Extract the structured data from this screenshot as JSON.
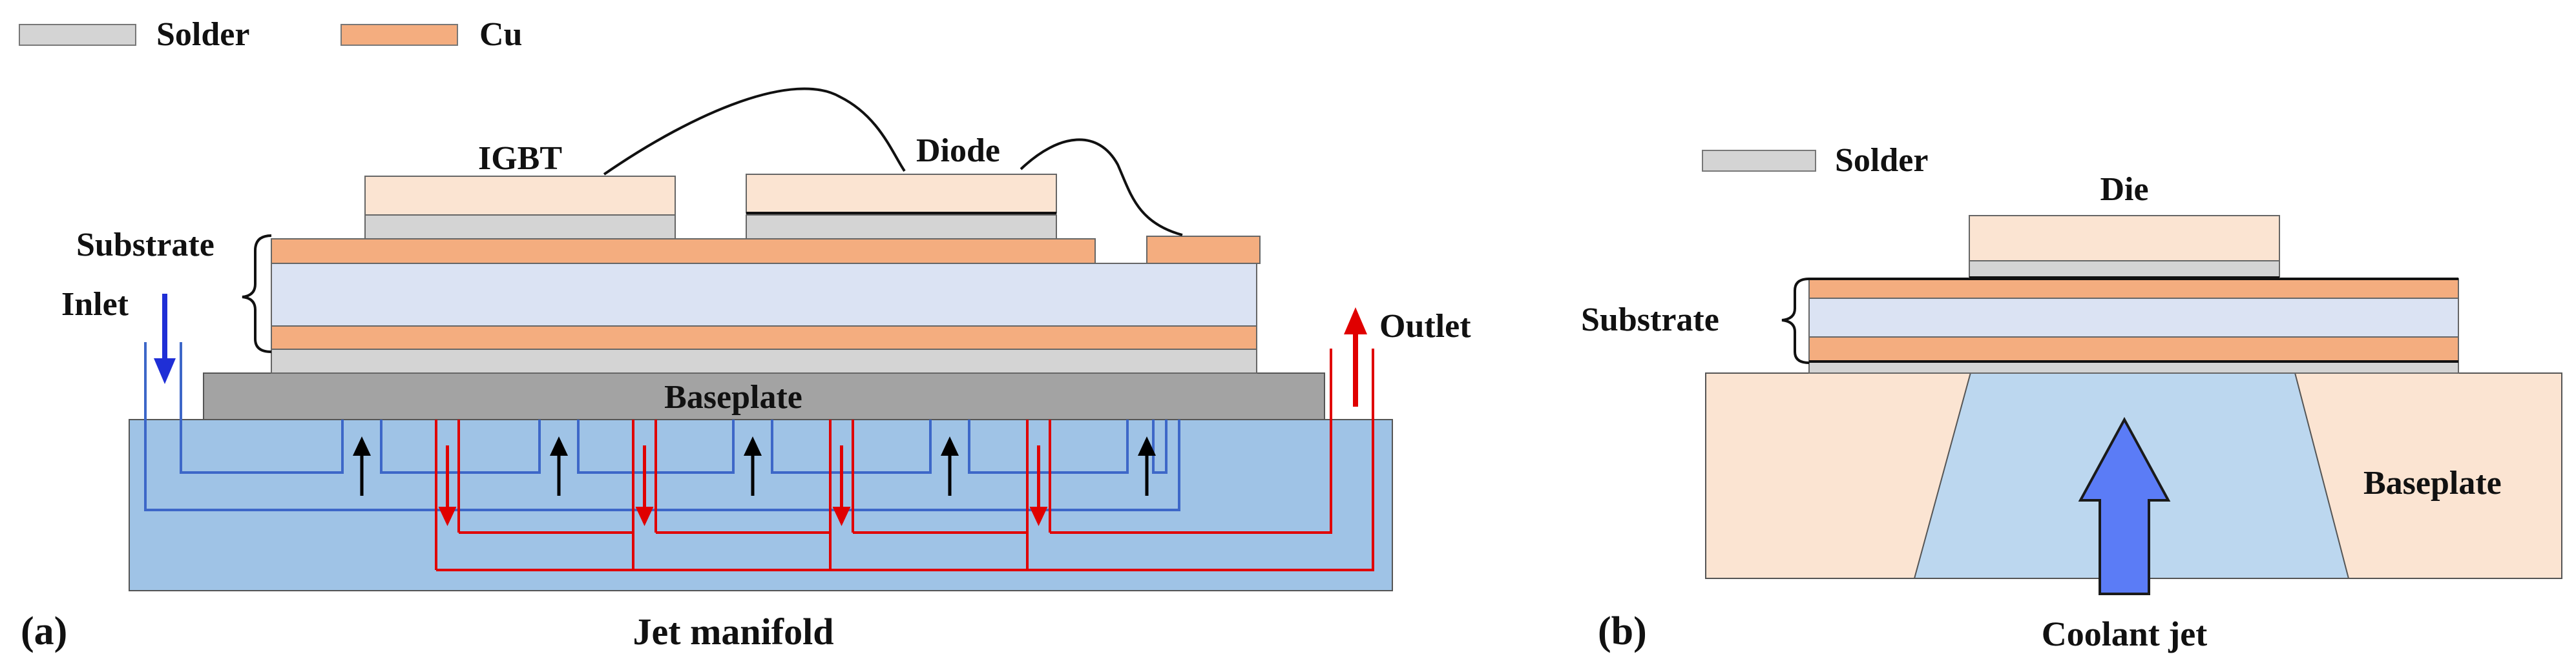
{
  "colors": {
    "solder": "#d4d4d4",
    "cu": "#f4ad7f",
    "die": "#fbe4d2",
    "ceramic": "#dbe3f3",
    "baseplate_a": "#a3a3a3",
    "manifold": "#9fc3e6",
    "blue_flow": "#3d67c8",
    "red_flow": "#e00000",
    "black_arrow": "#000000",
    "inlet_arrow": "#1f2fd6",
    "baseplate_b": "#fbe4d2",
    "coolant_channel": "#bcd7ef",
    "jet_arrow": "#5b7cf6"
  },
  "legend_a": {
    "solder": "Solder",
    "cu": "Cu"
  },
  "panel_a": {
    "tag": "(a)",
    "igbt": "IGBT",
    "diode": "Diode",
    "substrate": "Substrate",
    "inlet": "Inlet",
    "outlet": "Outlet",
    "baseplate": "Baseplate",
    "manifold": "Jet manifold"
  },
  "panel_b": {
    "tag": "(b)",
    "legend_solder": "Solder",
    "die": "Die",
    "substrate": "Substrate",
    "baseplate": "Baseplate",
    "coolant": "Coolant jet"
  }
}
